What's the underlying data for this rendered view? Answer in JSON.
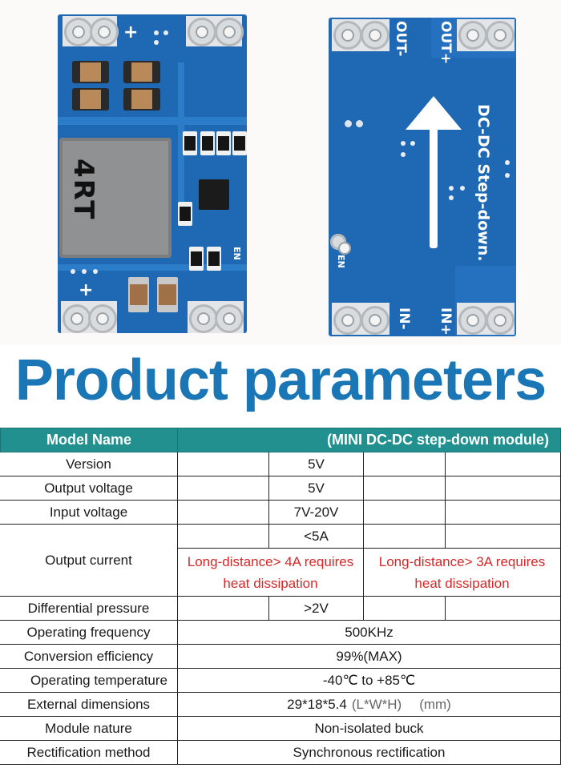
{
  "boards": {
    "front": {
      "inductor_marking": "4RT",
      "plus_left": "+",
      "plus_top": "+",
      "en": "EN"
    },
    "back": {
      "out_minus": "OUT-",
      "out_plus": "OUT+",
      "title": "DC-DC Step-down.",
      "en": "EN",
      "in_minus": "IN-",
      "in_plus": "IN+"
    }
  },
  "heading": "Product parameters",
  "table": {
    "header": {
      "label": "Model Name",
      "value": "(MINI DC-DC step-down module)"
    },
    "version": {
      "label": "Version",
      "value": "5V"
    },
    "output_voltage": {
      "label": "Output voltage",
      "value": "5V"
    },
    "input_voltage": {
      "label": "Input voltage",
      "value": "7V-20V"
    },
    "output_current": {
      "label": "Output current",
      "value": "<5A",
      "note_left": "Long-distance> 4A requires heat dissipation",
      "note_right": "Long-distance> 3A requires heat dissipation"
    },
    "differential_pressure": {
      "label": "Differential pressure",
      "value": ">2V"
    },
    "operating_frequency": {
      "label": "Operating frequency",
      "value": "500KHz"
    },
    "conversion_efficiency": {
      "label": "Conversion efficiency",
      "value": "99%(MAX)"
    },
    "operating_temperature": {
      "label": "Operating temperature",
      "value": "-40℃ to +85℃"
    },
    "external_dimensions": {
      "label": "External dimensions",
      "value": "29*18*5.4",
      "detail": "(L*W*H)",
      "unit": "(mm)"
    },
    "module_nature": {
      "label": "Module nature",
      "value": "Non-isolated buck"
    },
    "rectification_method": {
      "label": "Rectification method",
      "value": "Synchronous rectification"
    }
  },
  "colors": {
    "header_bg": "#21908f",
    "heading": "#1a76b5",
    "warning": "#d62828",
    "pcb": "#1f68b3"
  }
}
